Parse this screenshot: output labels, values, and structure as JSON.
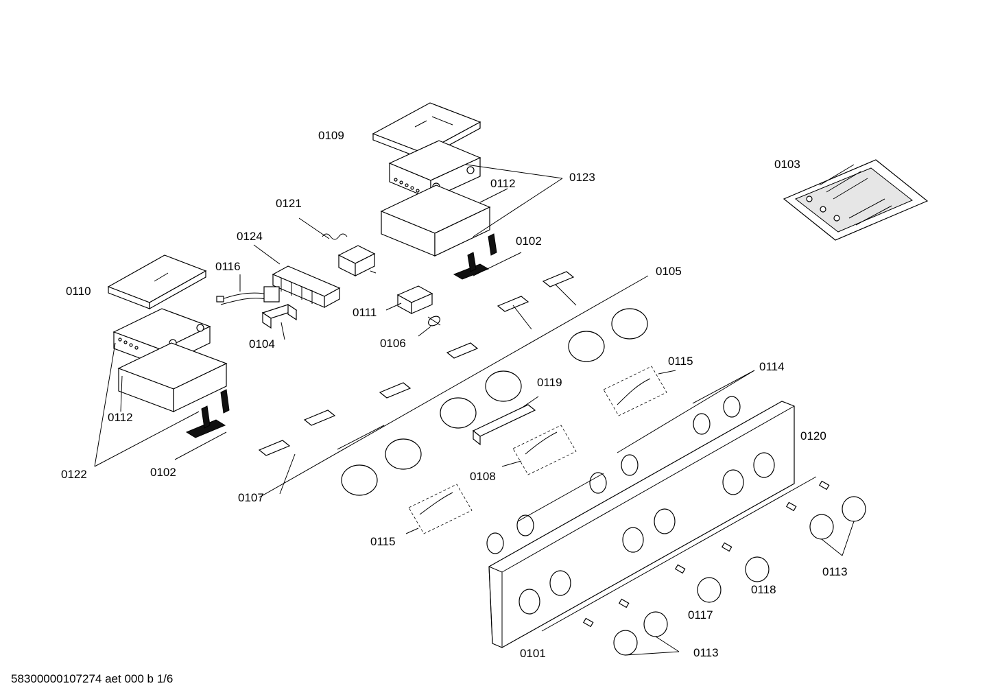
{
  "document": {
    "footer_id": "58300000107274 aet 000 b 1/6"
  },
  "callouts": [
    {
      "id": "c0109",
      "label": "0109"
    },
    {
      "id": "c0123",
      "label": "0123"
    },
    {
      "id": "c0112a",
      "label": "0112"
    },
    {
      "id": "c0103",
      "label": "0103"
    },
    {
      "id": "c0121",
      "label": "0121"
    },
    {
      "id": "c0124",
      "label": "0124"
    },
    {
      "id": "c0102a",
      "label": "0102"
    },
    {
      "id": "c0116",
      "label": "0116"
    },
    {
      "id": "c0110",
      "label": "0110"
    },
    {
      "id": "c0105",
      "label": "0105"
    },
    {
      "id": "c0111",
      "label": "0111"
    },
    {
      "id": "c0104",
      "label": "0104"
    },
    {
      "id": "c0106",
      "label": "0106"
    },
    {
      "id": "c0115a",
      "label": "0115"
    },
    {
      "id": "c0114",
      "label": "0114"
    },
    {
      "id": "c0119",
      "label": "0119"
    },
    {
      "id": "c0112b",
      "label": "0112"
    },
    {
      "id": "c0120",
      "label": "0120"
    },
    {
      "id": "c0122",
      "label": "0122"
    },
    {
      "id": "c0102b",
      "label": "0102"
    },
    {
      "id": "c0108",
      "label": "0108"
    },
    {
      "id": "c0107",
      "label": "0107"
    },
    {
      "id": "c0115b",
      "label": "0115"
    },
    {
      "id": "c0113a",
      "label": "0113"
    },
    {
      "id": "c0118",
      "label": "0118"
    },
    {
      "id": "c0117",
      "label": "0117"
    },
    {
      "id": "c0101",
      "label": "0101"
    },
    {
      "id": "c0113b",
      "label": "0113"
    }
  ]
}
